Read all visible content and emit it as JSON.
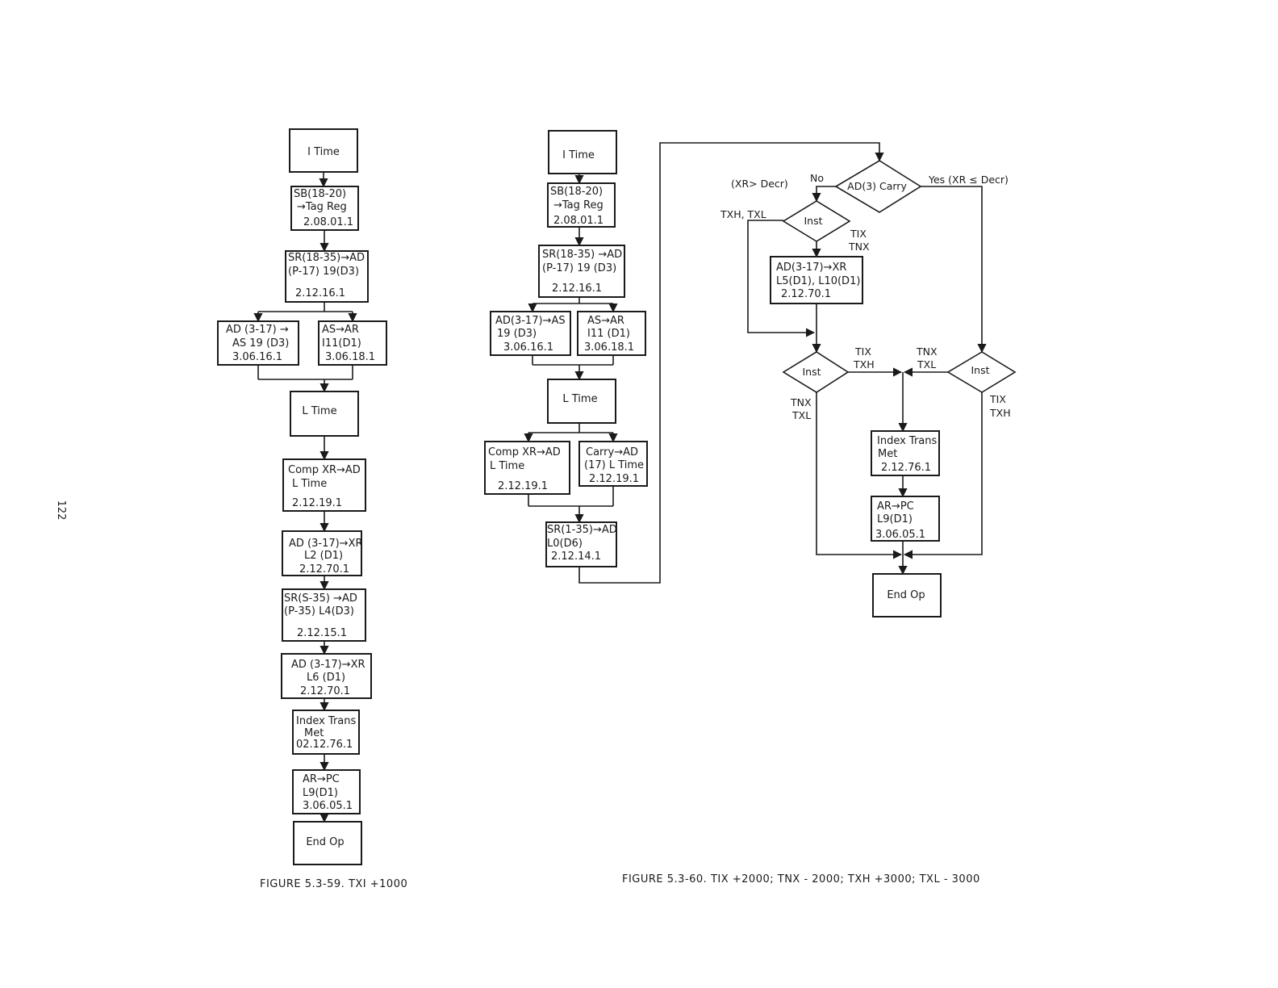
{
  "page_number": "122",
  "figures": [
    {
      "caption": "FIGURE 5.3-59.  TXI +1000",
      "boxes": {
        "itime": [
          "I Time"
        ],
        "sb": [
          "SB(18-20)",
          "→Tag Reg",
          "2.08.01.1"
        ],
        "sr": [
          "SR(18-35)→AD",
          "(P-17) 19(D3)",
          "2.12.16.1"
        ],
        "adas": [
          "AD (3-17) →",
          "AS 19 (D3)",
          "3.06.16.1"
        ],
        "asar": [
          "AS→AR",
          "I11(D1)",
          "3.06.18.1"
        ],
        "ltime": [
          "L Time"
        ],
        "comp": [
          "Comp XR→AD",
          "L Time",
          "2.12.19.1"
        ],
        "adxr": [
          "AD (3-17)→XR",
          "L2 (D1)",
          "2.12.70.1"
        ],
        "srs": [
          "SR(S-35) →AD",
          "(P-35) L4(D3)",
          "2.12.15.1"
        ],
        "adxr2": [
          "AD (3-17)→XR",
          "L6 (D1)",
          "2.12.70.1"
        ],
        "index": [
          "Index Trans",
          "Met",
          "02.12.76.1"
        ],
        "arpc": [
          "AR→PC",
          "L9(D1)",
          "3.06.05.1"
        ],
        "endop": [
          "End Op"
        ]
      }
    },
    {
      "caption": "FIGURE 5.3-60.  TIX +2000; TNX - 2000; TXH +3000;  TXL - 3000",
      "boxes": {
        "itime": [
          "I Time"
        ],
        "sb": [
          "SB(18-20)",
          "→Tag Reg",
          "2.08.01.1"
        ],
        "sr": [
          "SR(18-35) →AD",
          "(P-17) 19 (D3)",
          "2.12.16.1"
        ],
        "adas": [
          "AD(3-17)→AS",
          "19 (D3)",
          "3.06.16.1"
        ],
        "asar": [
          "AS→AR",
          "I11 (D1)",
          "3.06.18.1"
        ],
        "ltime": [
          "L Time"
        ],
        "comp": [
          "Comp XR→AD",
          "L Time",
          "2.12.19.1"
        ],
        "carry": [
          "Carry→AD",
          "(17) L Time",
          "2.12.19.1"
        ],
        "sr135": [
          "SR(1-35)→AD",
          "L0(D6)",
          "2.12.14.1"
        ],
        "adxr": [
          "AD(3-17)→XR",
          "L5(D1),  L10(D1)",
          "2.12.70.1"
        ],
        "index": [
          "Index Trans",
          "Met",
          "2.12.76.1"
        ],
        "arpc": [
          "AR→PC",
          "L9(D1)",
          "3.06.05.1"
        ],
        "endop": [
          "End Op"
        ]
      },
      "decisions": {
        "carry": "AD(3) Carry",
        "inst_top": "Inst",
        "inst_left": "Inst",
        "inst_right": "Inst"
      },
      "labels": {
        "no": "No",
        "xr_gt": "(XR> Decr)",
        "yes": "Yes (XR ≤ Decr)",
        "txh_txl": "TXH, TXL",
        "tix_top": "TIX",
        "tnx_top": "TNX",
        "tix_mid": "TIX",
        "txh_mid": "TXH",
        "tnx_mid": "TNX",
        "txl_mid": "TXL",
        "tnx_left": "TNX",
        "txl_left": "TXL",
        "tix_right": "TIX",
        "txh_right": "TXH"
      }
    }
  ]
}
